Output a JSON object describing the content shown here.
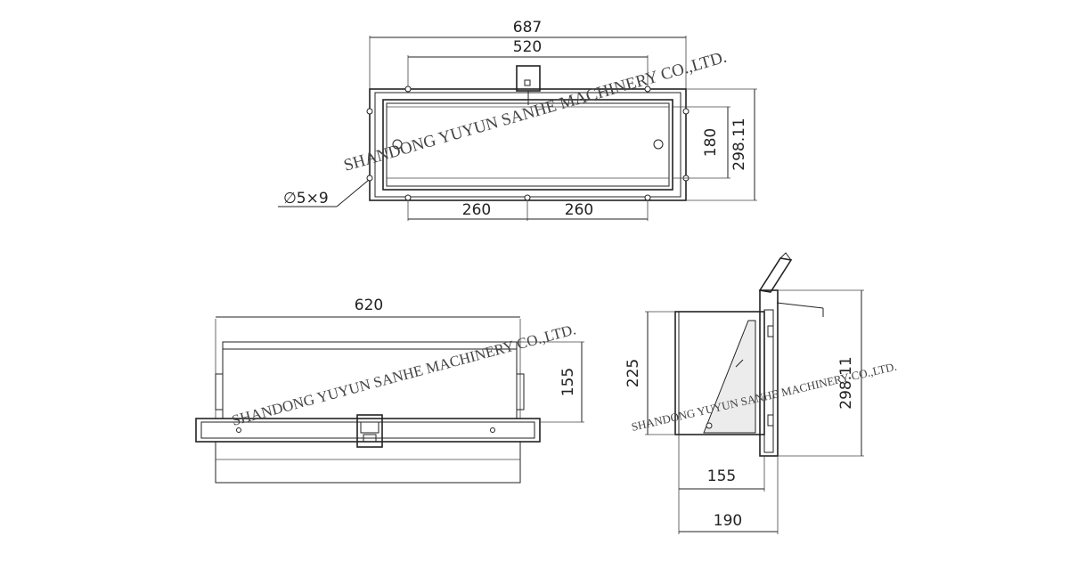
{
  "watermark": "SHANDONG YUYUN SANHE MACHINERY CO.,LTD.",
  "top_view": {
    "dim_overall_width": "687",
    "dim_inner_width": "520",
    "dim_left_half": "260",
    "dim_right_half": "260",
    "dim_inner_height": "180",
    "dim_overall_height": "298.11",
    "hole_spec": "∅5×9"
  },
  "front_view": {
    "dim_width": "620",
    "dim_depth": "155"
  },
  "side_view": {
    "dim_height": "225",
    "dim_overall_height": "298.11",
    "dim_inner_depth": "155",
    "dim_overall_depth": "190"
  }
}
